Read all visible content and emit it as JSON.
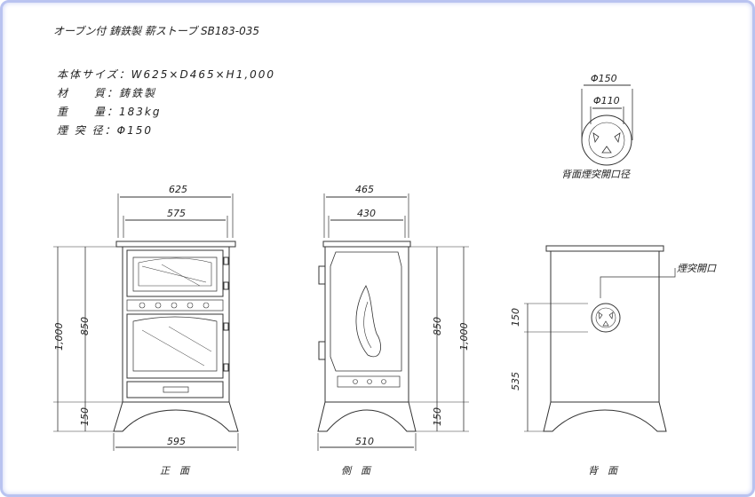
{
  "title": "オーブン付 鋳鉄製 薪ストーブ SB183-035",
  "specs": [
    {
      "label": "本体サイズ",
      "value": "W625×D465×H1,000"
    },
    {
      "label": "材　　質",
      "value": "鋳鉄製"
    },
    {
      "label": "重　　量",
      "value": "183kg"
    },
    {
      "label": "煙 突 径",
      "value": "Φ150"
    }
  ],
  "chimney_detail": {
    "outer": "Φ150",
    "inner": "Φ110",
    "caption": "背面煙突開口径"
  },
  "front_view": {
    "width_top": "625",
    "width_inner": "575",
    "width_feet": "595",
    "height_total": "1,000",
    "height_body": "850",
    "height_legs": "150",
    "caption": "正　面"
  },
  "side_view": {
    "width_top": "465",
    "width_inner": "430",
    "width_feet": "510",
    "height_body": "850",
    "height_total": "1,000",
    "height_legs": "150",
    "caption": "側　面"
  },
  "back_view": {
    "opening_label": "煙突開口",
    "opening_size": "150",
    "opening_height": "535",
    "caption": "背　面"
  }
}
